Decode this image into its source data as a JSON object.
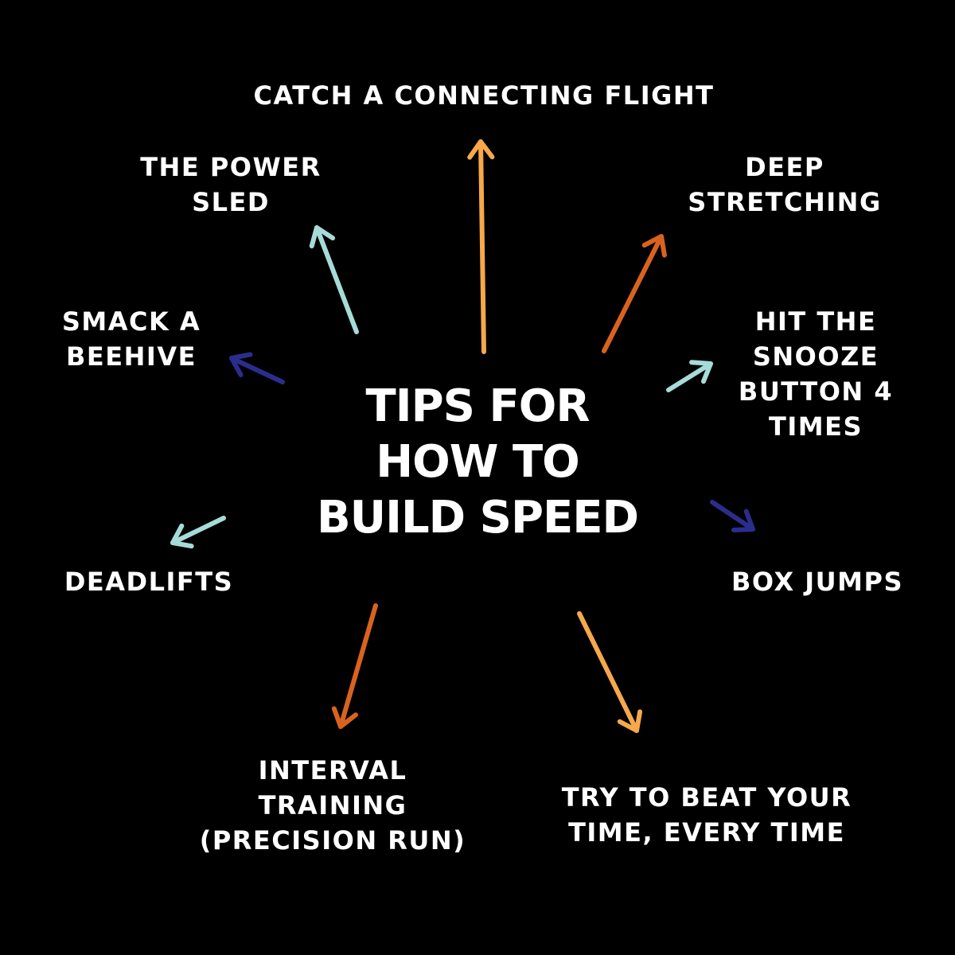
{
  "title_lines": [
    "TIPS FOR",
    "HOW TO",
    "BUILD SPEED"
  ],
  "colors": {
    "background": "#000000",
    "text": "#ffffff",
    "gold": "#f6a84a",
    "orange": "#d9631e",
    "light_blue": "#a6dbd8",
    "navy": "#2b2d8e"
  },
  "tips": {
    "connecting_flight": [
      "CATCH A CONNECTING FLIGHT"
    ],
    "power_sled": [
      "THE POWER",
      "SLED"
    ],
    "deep_stretching": [
      "DEEP",
      "STRETCHING"
    ],
    "beehive": [
      "SMACK A",
      "BEEHIVE"
    ],
    "snooze": [
      "HIT THE",
      "SNOOZE",
      "BUTTON 4",
      "TIMES"
    ],
    "deadlifts": [
      "DEADLIFTS"
    ],
    "box_jumps": [
      "BOX JUMPS"
    ],
    "interval_training": [
      "INTERVAL",
      "TRAINING",
      "(PRECISION RUN)"
    ],
    "beat_your_time": [
      "TRY TO BEAT YOUR",
      "TIME, EVERY TIME"
    ]
  },
  "arrows": [
    {
      "name": "arrow-to-connecting-flight",
      "color": "gold"
    },
    {
      "name": "arrow-to-power-sled",
      "color": "light_blue"
    },
    {
      "name": "arrow-to-deep-stretching",
      "color": "orange"
    },
    {
      "name": "arrow-to-beehive",
      "color": "navy"
    },
    {
      "name": "arrow-to-snooze",
      "color": "light_blue"
    },
    {
      "name": "arrow-to-deadlifts",
      "color": "light_blue"
    },
    {
      "name": "arrow-to-box-jumps",
      "color": "navy"
    },
    {
      "name": "arrow-to-interval-training",
      "color": "orange"
    },
    {
      "name": "arrow-to-beat-your-time",
      "color": "gold"
    }
  ]
}
